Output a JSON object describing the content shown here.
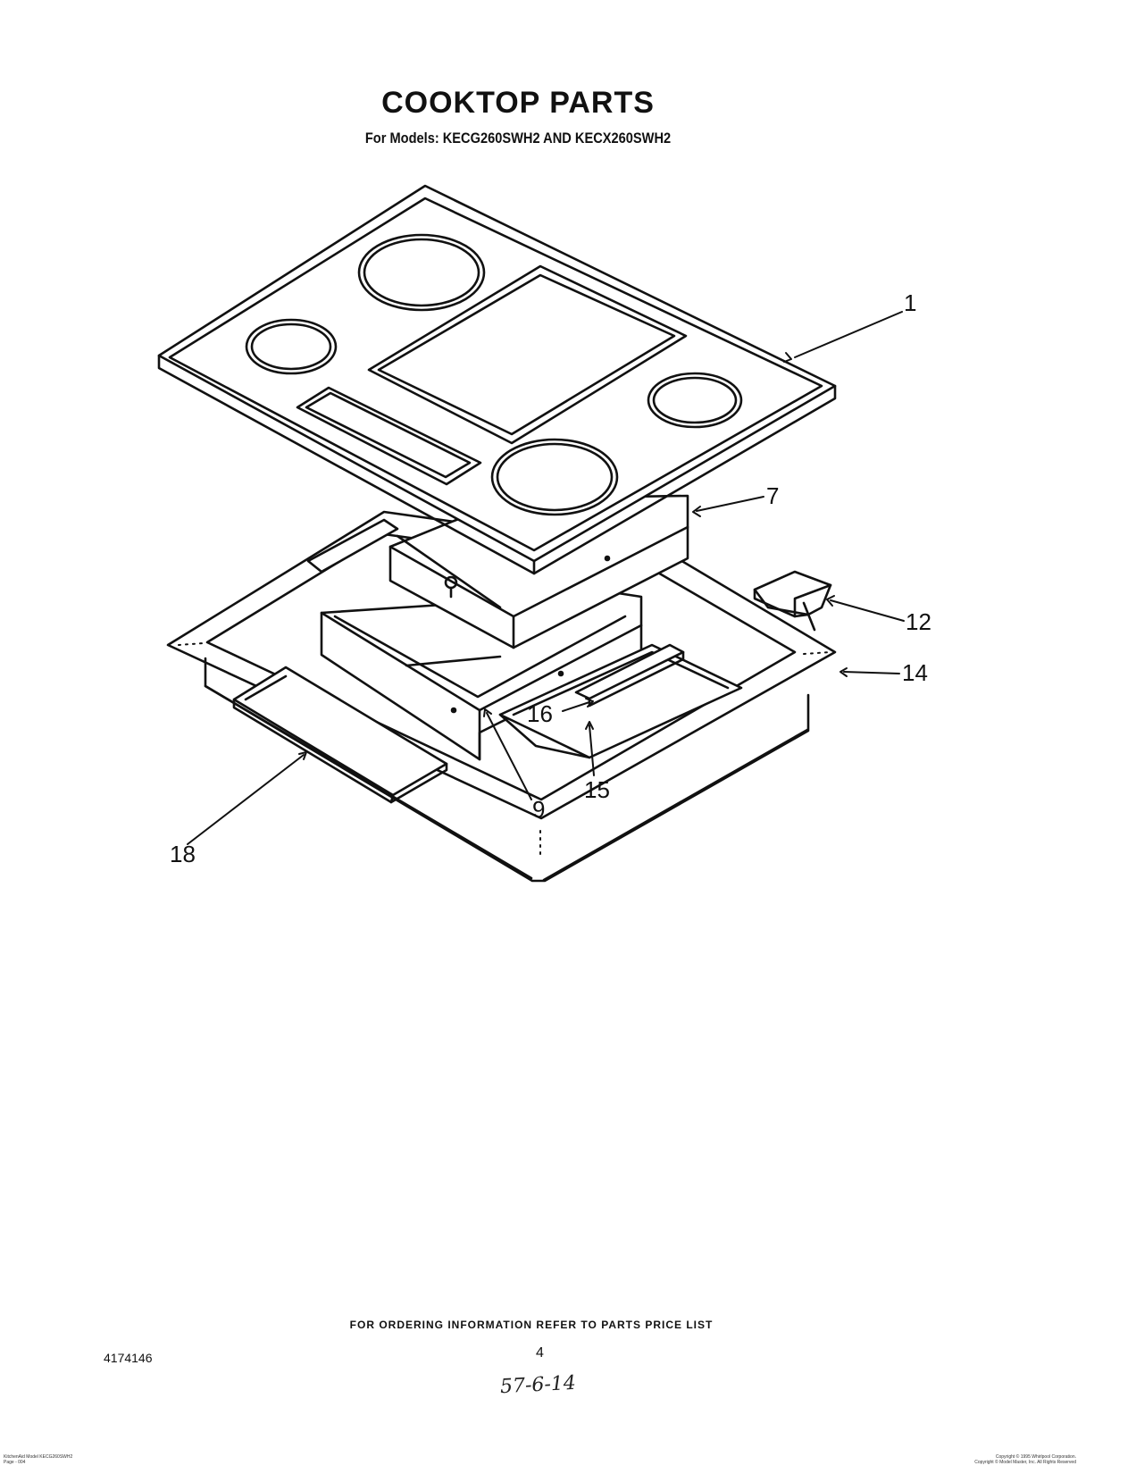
{
  "title": "COOKTOP PARTS",
  "subtitle": "For Models: KECG260SWH2 AND KECX260SWH2",
  "callouts": {
    "c1": "1",
    "c7": "7",
    "c12": "12",
    "c14": "14",
    "c16": "16",
    "c15": "15",
    "c9": "9",
    "c18": "18"
  },
  "ordering_note": "FOR ORDERING INFORMATION REFER TO PARTS PRICE LIST",
  "document_number": "4174146",
  "page_number": "4",
  "handwritten_note": "57-6-14",
  "footer": {
    "left_line1": "KitchenAid Model KECG260SWH2",
    "left_line2": "Page - 004",
    "right_line1": "Copyright © 1995 Whirlpool Corporation.",
    "right_line2": "Copyright © Model Master, Inc. All Rights Reserved"
  }
}
